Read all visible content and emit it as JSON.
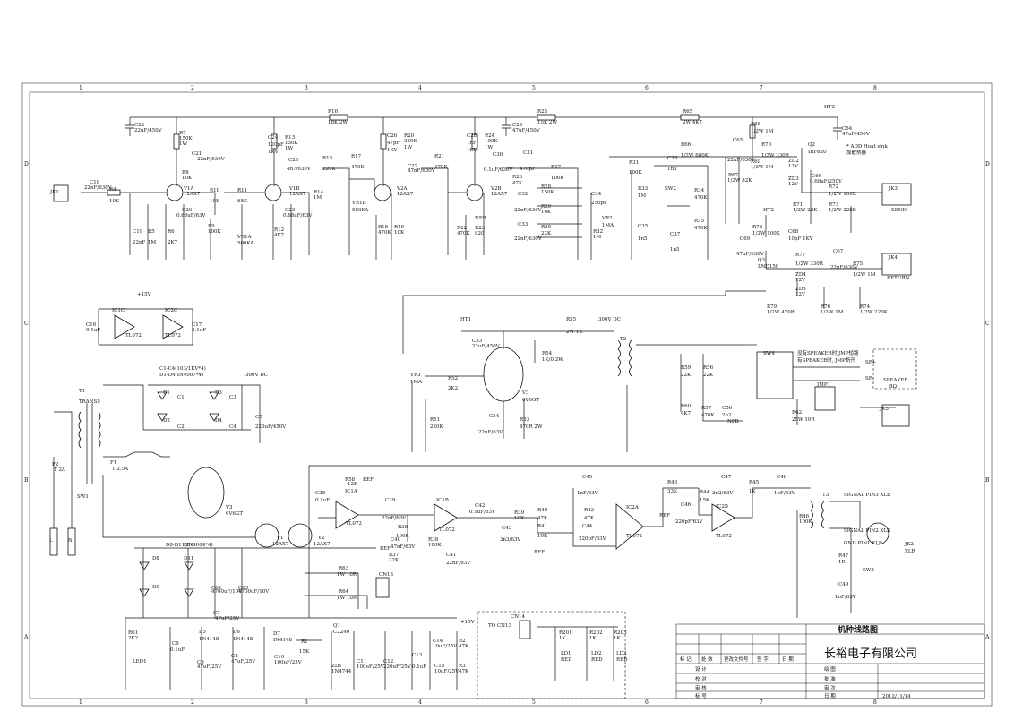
{
  "frame": {
    "columns": [
      "1",
      "2",
      "3",
      "4",
      "5",
      "6",
      "7",
      "8"
    ],
    "rows": [
      "D",
      "C",
      "B",
      "A"
    ]
  },
  "title_block": {
    "title": "机种线路图",
    "company": "长裕电子有限公司",
    "date": "2012/11/14",
    "revision_headers": [
      "标 记",
      "处 数",
      "更改文件号",
      "签 字",
      "日 期"
    ],
    "rows_left": [
      "设 计",
      "校 对",
      "审 核",
      "标 号"
    ],
    "rows_right": [
      "绘 图",
      "批 准",
      "审 次",
      "日 期"
    ]
  },
  "notes": {
    "heatsink": "* ADD Heat sink",
    "heatsink_cn": "加散热器",
    "speaker_note_1": "没有SPEAKER时,JMP短路",
    "speaker_note_2": "有SPEAKER时, JMP断开",
    "to_cn3": "TO CN13",
    "speaker": "SPEAKER",
    "speaker_ohm": "8Ω",
    "trans": "TRANS5",
    "supply_15": "+15V",
    "supply_15b": "+15V",
    "dc300a": "300V DC",
    "dc300b": "300V DC",
    "diode_note1": "C1-C4(103/1KV*4)",
    "diode_note2": "D1-D4(IN4007*4)",
    "diode_note3": "D8-D11(IN4004*4)",
    "signal_pin3": "SIGNAL PIN3 XLR",
    "signal_pin2": "SIGNAL PIN2 XLR",
    "gnd_pin1": "GND PIN1 XLR",
    "send": "SEND",
    "return": "RETURN",
    "jmp": "JMP1"
  },
  "labels": {
    "ht1": "HT1",
    "ht2": "HT2",
    "ht3": "HT3",
    "nfb": "NFB",
    "nfb2": "NFB",
    "ref1": "REF",
    "ref2": "REF",
    "ref3": "REF",
    "ref4": "REF",
    "r16": "R16",
    "r16v": "18K 2W",
    "r25": "R25",
    "r25v": "15K 2W",
    "r65": "R65",
    "r65v": "2W 4K7",
    "c22": "C22",
    "c22v": "22uF/450V",
    "c29": "C29",
    "c29v": "47uF/450V",
    "c64": "C64",
    "c64v": "47uF/450V",
    "r7": "R7",
    "r7v": "150K",
    "r7w": "1W",
    "c21": "C21",
    "c21v": "22nF/630V",
    "r8": "R8",
    "r8v": "10K",
    "v1a": "V1A",
    "v1av": "12AX7",
    "v1b": "V1B",
    "v1bv": "12AX7",
    "v2a": "V2A",
    "v2av": "12AX7",
    "v2b": "V2B",
    "v2bv": "12AX7",
    "jk1": "JK1",
    "c18": "C18",
    "c18v": "22nF/630V",
    "r4": "R4",
    "r4v": "10K",
    "c19": "C19",
    "c19v": "22pF",
    "r5": "R5",
    "r5v": "1M",
    "r6": "R6",
    "r6v": "2K7",
    "c20": "C20",
    "c20v": "0.68uF/63V",
    "r9": "R9",
    "r9v": "100K",
    "r10": "R10",
    "r10v": "10K",
    "r11": "R11",
    "r11v": "68K",
    "vr1a": "VR1A",
    "vr1av": "500KA",
    "c24": "C24",
    "c24v": "120pF",
    "c24w": "1KV",
    "r13": "R13",
    "r13v": "150K",
    "r13w": "1W",
    "c25": "C25",
    "c25v": "4n7/630V",
    "r15": "R15",
    "r15v": "220K",
    "r12": "R12",
    "r12v": "4K7",
    "c23": "C23",
    "c23v": "0.68uF/63V",
    "r14": "R14",
    "r14v": "1M",
    "r17": "R17",
    "r17v": "470K",
    "vr1b": "VR1B",
    "vr1bv": "500KA",
    "c26": "C26",
    "c26v": "47pF",
    "c26w": "1KV",
    "r20": "R20",
    "r20v": "330K",
    "r20w": "1W",
    "c27": "C27",
    "c27v": "47nF/630V",
    "r21": "R21",
    "r21v": "470K",
    "r18": "R18",
    "r18v": "470K",
    "r19": "R19",
    "r19v": "10K",
    "c28": "C28",
    "c28v": "1nF",
    "c28w": "1KV",
    "r24": "R24",
    "r24v": "100K",
    "r24w": "1W",
    "c30": "C30",
    "c30v": "0.1uF/630V",
    "r26": "R26",
    "r26v": "47K",
    "r22": "R22",
    "r22v": "470K",
    "r23": "R23",
    "r23v": "820",
    "c31": "C31",
    "c31v": "470pF",
    "r27": "R27",
    "r27v": "100K",
    "r28": "R28",
    "r28v": "150K",
    "c32": "C32",
    "c32v": "22nF/630V",
    "r29": "R29",
    "r29v": "10K",
    "c33": "C33",
    "c33v": "22nF/630V",
    "r30": "R30",
    "r30v": "22K",
    "c34": "C34",
    "c34v": "250pF",
    "vr2": "VR2",
    "vr2v": "1MA",
    "r32": "R32",
    "r32v": "1M",
    "r33": "R33",
    "r33v": "1M",
    "r31": "R31",
    "r31v": "100K",
    "c35": "C35",
    "c35v": "1n5",
    "c36": "C36",
    "c36v": "1n5",
    "sw2": "SW2",
    "r34": "R34",
    "r34v": "470K",
    "r35": "R35",
    "r35v": "470K",
    "c37": "C37",
    "c37v": "1n5",
    "r66": "R66",
    "r66v": "1/2W 680K",
    "c65": "C65",
    "c65v": "22nF/630V",
    "r67": "R67",
    "r67v": "1/2W 82K",
    "r68": "R68",
    "r68v": "1/2W 1M",
    "r69": "R69",
    "r69v": "1/2W 1M",
    "r70": "R70",
    "r70v": "1/2W 330R",
    "q2": "Q2",
    "q2v": "IRF820",
    "zd2": "ZD2",
    "zd2v": "12V",
    "zd3": "ZD3",
    "zd3v": "12V",
    "c66": "C66",
    "c66v": "0.68uF/250V",
    "r72": "R72",
    "r72v": "1/2W 100R",
    "r71": "R71",
    "r71v": "1/2W 22K",
    "r73": "R73",
    "r73v": "1/2W 220K",
    "jk3": "JK3",
    "jk4": "JK4",
    "jk5": "JK5",
    "r78": "R78",
    "r78v": "1/2W 100K",
    "c68": "C68",
    "c68v": "10pF 1KV",
    "c69": "C69",
    "c69v": "47uF/630V",
    "q3": "Q3",
    "q3v": "LND150",
    "r77": "R77",
    "r77v": "1/2W 330R",
    "zd4": "ZD4",
    "zd4v": "12V",
    "zd5": "ZD5",
    "zd5v": "12V",
    "c67": "C67",
    "c67v": "22nF/630V",
    "r76": "R76",
    "r76v": "1/2W 1M",
    "r79": "R79",
    "r79v": "1/2W 470R",
    "r74": "R74",
    "r74v": "1/2W 220K",
    "r75": "R75",
    "r75v": "1/2W 1M",
    "ic1c": "IC1C",
    "ic1cv": "TL072",
    "ic2c": "IC2C",
    "ic2cv": "TL072",
    "c16": "C16",
    "c16v": "0.1uF",
    "c17": "C17",
    "c17v": "0.1uF",
    "t1": "T1",
    "c1": "C1",
    "c2": "C2",
    "c3": "C3",
    "c4": "C4",
    "d1": "D1",
    "d2": "D2",
    "d3": "D3",
    "d4": "D4",
    "c5": "C5",
    "c5v": "220uF/450V",
    "f2": "F2",
    "f2v": "T 2A",
    "f1": "F1",
    "f1v": "T 2.5A",
    "sw1": "SW1",
    "l": "L",
    "n": "N",
    "r55": "R55",
    "r55v": "2W 1K",
    "c53": "C53",
    "c53v": "22uF/450V",
    "t2": "T2",
    "r54": "R54",
    "r54v": "1K/0.2W",
    "vr3": "VR3",
    "vr3v": "1MA",
    "r52": "R52",
    "r52v": "2K2",
    "v3": "V3",
    "v3v": "6V6GT",
    "r51": "R51",
    "r51v": "220K",
    "c54": "C54",
    "c54v": "22uF/63V",
    "r53": "R53",
    "r53v": "470R 2W",
    "r59": "R59",
    "r59v": "22K",
    "r56": "R56",
    "r56v": "22K",
    "r60": "R60",
    "r60v": "4K7",
    "r57": "R57",
    "r57v": "470K",
    "c56": "C56",
    "c56v": "2n2",
    "sw4": "SW4",
    "r62": "R62",
    "r62v": "25W 10R",
    "v3h": "V3",
    "v3hv": "6V6GT",
    "v1h": "V1",
    "v1hv": "12AX7",
    "v2h": "V2",
    "v2hv": "12AX7",
    "r58": "R58",
    "r58v": "12K",
    "ic1a": "IC1A",
    "ic1av": "TL072",
    "c38": "C38",
    "c38v": "0.1uF",
    "c39": "C39",
    "c39v": "22nF/63V",
    "r36": "R36",
    "r36v": "100K",
    "ic1b": "IC1B",
    "ic1bv": "TL072",
    "c40": "C40",
    "c40v": "47nF/63V",
    "r37": "R37",
    "r37v": "22K",
    "r38": "R38",
    "r38v": "100K",
    "c41": "C41",
    "c41v": "22nF/63V",
    "c42": "C42",
    "c42v": "0.1uF/63V",
    "r39": "R39",
    "r39v": "10K",
    "c43": "C43",
    "c43v": "3n3/63V",
    "r40": "R40",
    "r40v": "47K",
    "r41": "R41",
    "r41v": "10K",
    "c45": "C45",
    "c45v": "1nF/63V",
    "r42": "R42",
    "r42v": "47K",
    "c44": "C44",
    "c44v": "220pF/63V",
    "ic2a": "IC2A",
    "ic2av": "TL072",
    "r43": "R43",
    "r43v": "33K",
    "r44": "R44",
    "r44v": "15K",
    "c46": "C46",
    "c46v": "220pF/63V",
    "c47": "C47",
    "c47v": "2n2/63V",
    "ic2b": "IC2B",
    "ic2bv": "TL072",
    "r45": "R45",
    "r45v": "1K",
    "c48": "C48",
    "c48v": "1uF/63V",
    "t3": "T3",
    "r46": "R46",
    "r46v": "100K",
    "jk2": "JK2",
    "jk2v": "XLR",
    "r47": "R47",
    "r47v": "1R",
    "sw3": "SW3",
    "c49": "C49",
    "c49v": "1nF/63V",
    "d8": "D8",
    "d9": "D9",
    "d10": "D10",
    "d11": "D11",
    "c62": "C62",
    "c62v": "4700uF/10V",
    "c63": "C63",
    "c63v": "4700uF/10V",
    "r63": "R63",
    "r63v": "1W 10R",
    "r64": "R64",
    "r64v": "1W 10R",
    "cn13": "CN13",
    "r61": "R61",
    "r61v": "2K2",
    "led1": "LED1",
    "c6": "C6",
    "c6v": "0.1uF",
    "d5": "D5",
    "d5v": "1N4148",
    "c9": "C9",
    "c9v": "47uF/25V",
    "c7": "C7",
    "c7v": "47uF/25V",
    "d6": "D6",
    "d6v": "1N4148",
    "c8": "C8",
    "c8v": "47uF/25V",
    "d7": "D7",
    "d7v": "IN4148",
    "c10": "C10",
    "c10v": "100uF/25V",
    "r1": "R1",
    "r1v": "15K",
    "q1": "Q1",
    "q1v": "C2240",
    "zd1": "ZD1",
    "zd1v": "1N4744",
    "c11": "C11",
    "c11v": "100uF/25V",
    "c12": "C12",
    "c12v": "220uF/25V",
    "c13": "C13",
    "c13v": "0.1uF",
    "c14": "C14",
    "c14v": "10uF/25V",
    "c15": "C15",
    "c15v": "10uF/25V",
    "r2": "R2",
    "r2v": "47K",
    "r3": "R3",
    "r3v": "47K",
    "cn14": "CN14",
    "r201": "R201",
    "r201v": "1K",
    "r202": "R202",
    "r202v": "1K",
    "r203": "R203",
    "r203v": "1K",
    "ld1": "LD1",
    "ld2": "LD2",
    "ld3": "LD3",
    "red1": "RED",
    "red2": "RED",
    "red3": "RED",
    "sp": "SP+",
    "sm": "SP-"
  }
}
